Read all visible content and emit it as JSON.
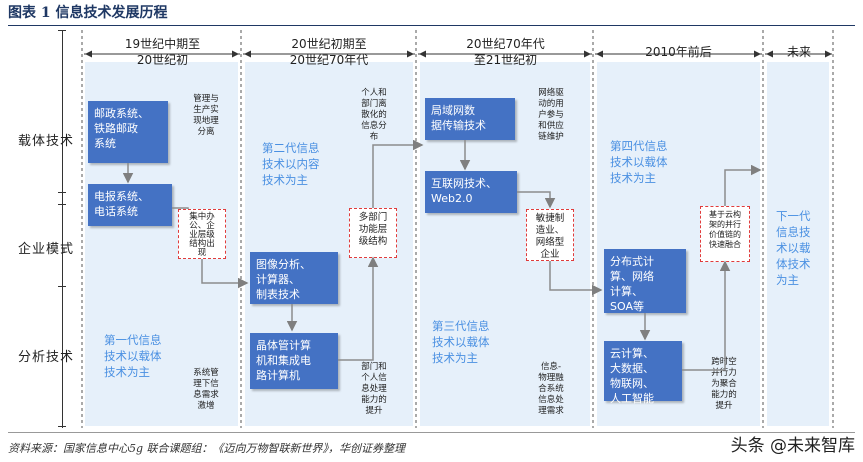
{
  "title": "图表 1   信息技术发展历程",
  "eras": [
    "19世纪中期至\n20世纪初",
    "20世纪初期至\n20世纪70年代",
    "20世纪70年代\n至21世纪初",
    "2010年前后",
    "未来"
  ],
  "rows": [
    "载体技术",
    "企业模式",
    "分析技术"
  ],
  "boxes": {
    "b1": "邮政系统、\n铁路邮政\n系统",
    "b2": "电报系统、\n电话系统",
    "b3": "图像分析、\n计算器、\n制表技术",
    "b4": "晶体管计算\n机和集成电\n路计算机",
    "b5": "局域网数\n据传输技术",
    "b6": "互联网技术、\nWeb2.0",
    "b7": "分布式计\n算、网络\n计算、\nSOA等",
    "b8": "云计算、\n大数据、\n物联网、\n人工智能"
  },
  "dashed": {
    "d1": "集中办\n公、企\n业层级\n结构出\n现",
    "d2": "多部门\n功能层\n级结构",
    "d3": "敏捷制\n造业、\n网络型\n企业",
    "d4": "基于云构\n架的并行\n价值链的\n快速融合"
  },
  "notes": {
    "n1": "管理与\n生产实\n现地理\n分离",
    "n2": "系统管\n理下信\n息需求\n激增",
    "n3": "个人和\n部门离\n散化的\n信息分\n布",
    "n4": "部门和\n个人信\n息处理\n能力的\n提升",
    "n5": "网络驱\n动的用\n户参与\n和供应\n链维护",
    "n6": "信息-\n物理融\n合系统\n信息处\n理需求",
    "n7": "跨时空\n并行力\n为聚合\n能力的\n提升"
  },
  "themes": {
    "t1": "第一代信息\n技术以载体\n技术为主",
    "t2": "第二代信息\n技术以内容\n技术为主",
    "t3": "第三代信息\n技术以载体\n技术为主",
    "t4": "第四代信息\n技术以载体\n技术为主",
    "t5": "下一代\n信息技\n术以载\n体技术\n为主"
  },
  "source": "资料来源：国家信息中心5g 联合课题组：《迈向万物智联新世界》，华创证券整理",
  "brand": "头条 @未来智库",
  "colors": {
    "box_blue": "#4472c4",
    "column_bg": "#e6f0fa",
    "theme_text": "#4a90e2",
    "dashed_red": "#e03c3c",
    "title_navy": "#1f3864"
  }
}
